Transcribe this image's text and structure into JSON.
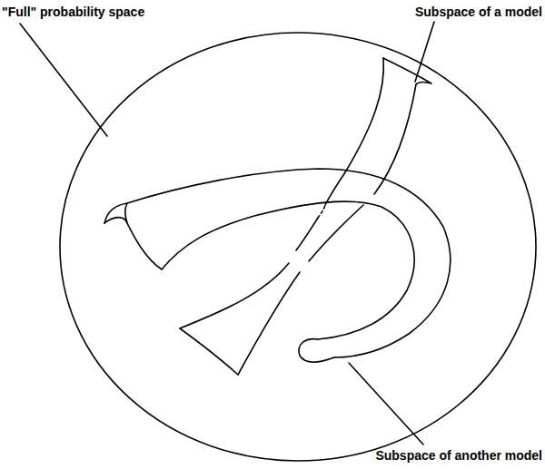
{
  "diagram": {
    "labels": [
      "\"Full\" probability space",
      "Subspace of a model",
      "Subspace of another model"
    ]
  }
}
